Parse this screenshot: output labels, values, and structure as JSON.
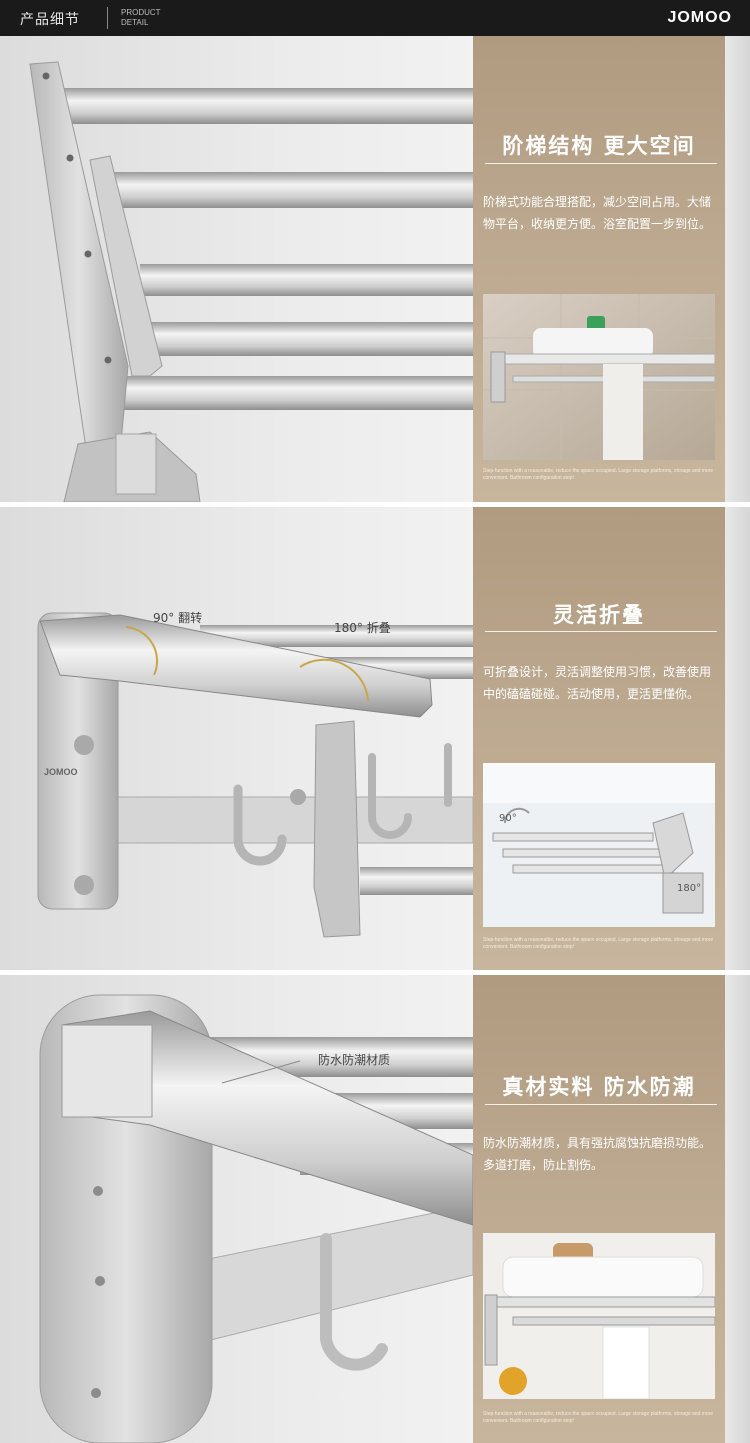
{
  "header": {
    "title_cn": "产品细节",
    "title_en_line1": "PRODUCT",
    "title_en_line2": "DETAIL",
    "logo": "JOMOO"
  },
  "sections": [
    {
      "title": "阶梯结构  更大空间",
      "body": "阶梯式功能合理搭配，减少空间占用。大储物平台，收纳更方便。浴室配置一步到位。",
      "caption": "Step-function with a reasonable, reduce the space occupied. Large storage platforms, storage and more convenient. Bathroom configuration step!"
    },
    {
      "title": "灵活折叠",
      "body": "可折叠设计，灵活调整使用习惯，改善使用中的磕磕碰碰。活动使用，更活更懂你。",
      "caption": "Step-function with a reasonable, reduce the space occupied. Large storage platforms, storage and more convenient. Bathroom configuration step!",
      "annotations": {
        "rotate": "90° 翻转",
        "fold": "180° 折叠",
        "inset_90": "90°",
        "inset_180": "180°",
        "bracket_logo": "JOMOO"
      }
    },
    {
      "title": "真材实料  防水防潮",
      "body": "防水防潮材质，具有强抗腐蚀抗磨损功能。多道打磨，防止割伤。",
      "caption": "Step-function with a reasonable, reduce the space occupied. Large storage platforms, storage and more convenient. Bathroom configuration step!",
      "annotations": {
        "material": "防水防潮材质"
      }
    }
  ],
  "colors": {
    "header_bg": "#1a1a1a",
    "panel_tan": "#bca98f",
    "aluminum": "#c9c9c9"
  }
}
